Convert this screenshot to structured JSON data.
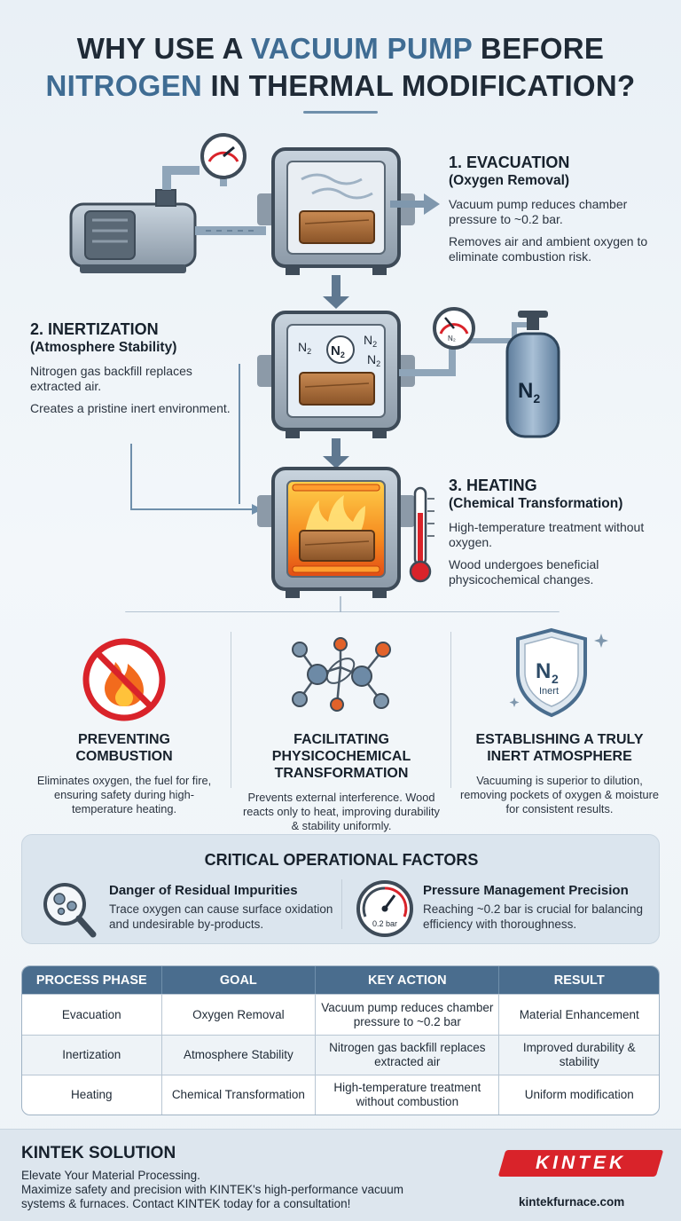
{
  "title": {
    "line1_prefix": "WHY USE A ",
    "line1_highlight": "VACUUM PUMP",
    "line1_suffix": " BEFORE",
    "line2_highlight": "NITROGEN",
    "line2_suffix": " IN THERMAL MODIFICATION?"
  },
  "steps": [
    {
      "heading": "1. EVACUATION",
      "subheading": "(Oxygen Removal)",
      "lines": [
        "Vacuum pump reduces chamber pressure to ~0.2 bar.",
        "Removes air and ambient oxygen to eliminate combustion risk."
      ]
    },
    {
      "heading": "2. INERTIZATION",
      "subheading": "(Atmosphere Stability)",
      "lines": [
        "Nitrogen gas backfill replaces extracted air.",
        "Creates a pristine inert environment."
      ]
    },
    {
      "heading": "3. HEATING",
      "subheading": "(Chemical Transformation)",
      "lines": [
        "High-temperature treatment without oxygen.",
        "Wood undergoes beneficial physicochemical changes."
      ]
    }
  ],
  "illustration": {
    "n2_small": "N",
    "n2_sub": "2",
    "n2_gauge": "N₂",
    "cylinder_n": "N",
    "cylinder_sub": "2"
  },
  "benefits": [
    {
      "heading": "PREVENTING COMBUSTION",
      "text": "Eliminates oxygen, the fuel for fire, ensuring safety during high-temperature heating."
    },
    {
      "heading": "FACILITATING PHYSICOCHEMICAL TRANSFORMATION",
      "text": "Prevents external interference. Wood reacts only to heat, improving durability & stability uniformly."
    },
    {
      "heading": "ESTABLISHING A TRULY INERT ATMOSPHERE",
      "text": "Vacuuming is superior to dilution, removing pockets of oxygen & moisture for consistent results."
    }
  ],
  "shield": {
    "n": "N",
    "sub": "2",
    "label": "Inert"
  },
  "factors": {
    "title": "CRITICAL OPERATIONAL FACTORS",
    "items": [
      {
        "heading": "Danger of Residual Impurities",
        "text": "Trace oxygen can cause surface oxidation and undesirable by-products."
      },
      {
        "heading": "Pressure Management Precision",
        "text": "Reaching ~0.2 bar is crucial for balancing efficiency with thoroughness."
      }
    ],
    "gauge_label": "0.2 bar"
  },
  "table": {
    "headers": [
      "PROCESS PHASE",
      "GOAL",
      "KEY ACTION",
      "RESULT"
    ],
    "rows": [
      [
        "Evacuation",
        "Oxygen Removal",
        "Vacuum pump reduces chamber pressure to ~0.2 bar",
        "Material Enhancement"
      ],
      [
        "Inertization",
        "Atmosphere Stability",
        "Nitrogen gas backfill replaces extracted air",
        "Improved durability & stability"
      ],
      [
        "Heating",
        "Chemical Transformation",
        "High-temperature treatment without combustion",
        "Uniform modification"
      ]
    ]
  },
  "footer": {
    "brand": "KINTEK SOLUTION",
    "line1": "Elevate Your Material Processing.",
    "line2": "Maximize safety and precision with KINTEK's high-performance vacuum",
    "line3": "systems & furnaces. Contact KINTEK today for a consultation!",
    "logo": "KINTEK",
    "url": "kintekfurnace.com"
  },
  "colors": {
    "accent": "#3f6c93",
    "header": "#4a6d8e",
    "logo": "#d9232a",
    "flame": "#f26b1d"
  }
}
